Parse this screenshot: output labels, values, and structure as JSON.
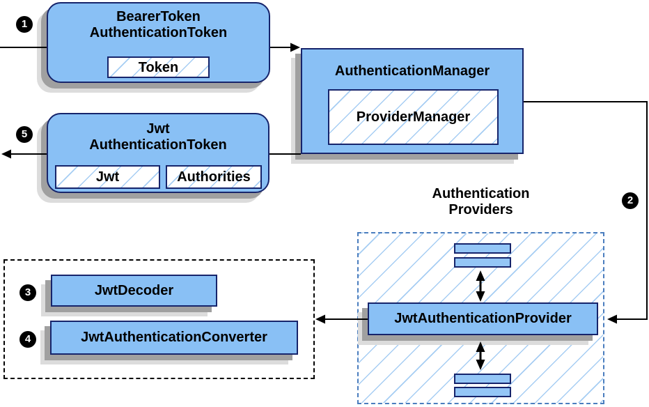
{
  "colors": {
    "node_fill": "#89c0f5",
    "bar_fill": "#94c6f6",
    "node_border": "#16246b",
    "hatch_line": "#a6cdf3",
    "providers_border": "#4a7dbe",
    "shadow_dark": "#a0a0a0",
    "shadow_light": "#dcdcdc",
    "connector": "#000000",
    "badge_bg": "#000000",
    "badge_text": "#ffffff"
  },
  "nodes": {
    "bearer": {
      "title1": "BearerToken",
      "title2": "AuthenticationToken",
      "chip": "Token"
    },
    "jwt_result": {
      "title1": "Jwt",
      "title2": "AuthenticationToken",
      "chip_jwt": "Jwt",
      "chip_authorities": "Authorities"
    },
    "manager": {
      "title": "AuthenticationManager",
      "chip": "ProviderManager"
    },
    "providers_group": {
      "label1": "Authentication",
      "label2": "Providers"
    },
    "provider": {
      "title": "JwtAuthenticationProvider"
    },
    "decoder": {
      "title": "JwtDecoder"
    },
    "converter": {
      "title": "JwtAuthenticationConverter"
    }
  },
  "steps": {
    "s1": "1",
    "s2": "2",
    "s3": "3",
    "s4": "4",
    "s5": "5"
  }
}
